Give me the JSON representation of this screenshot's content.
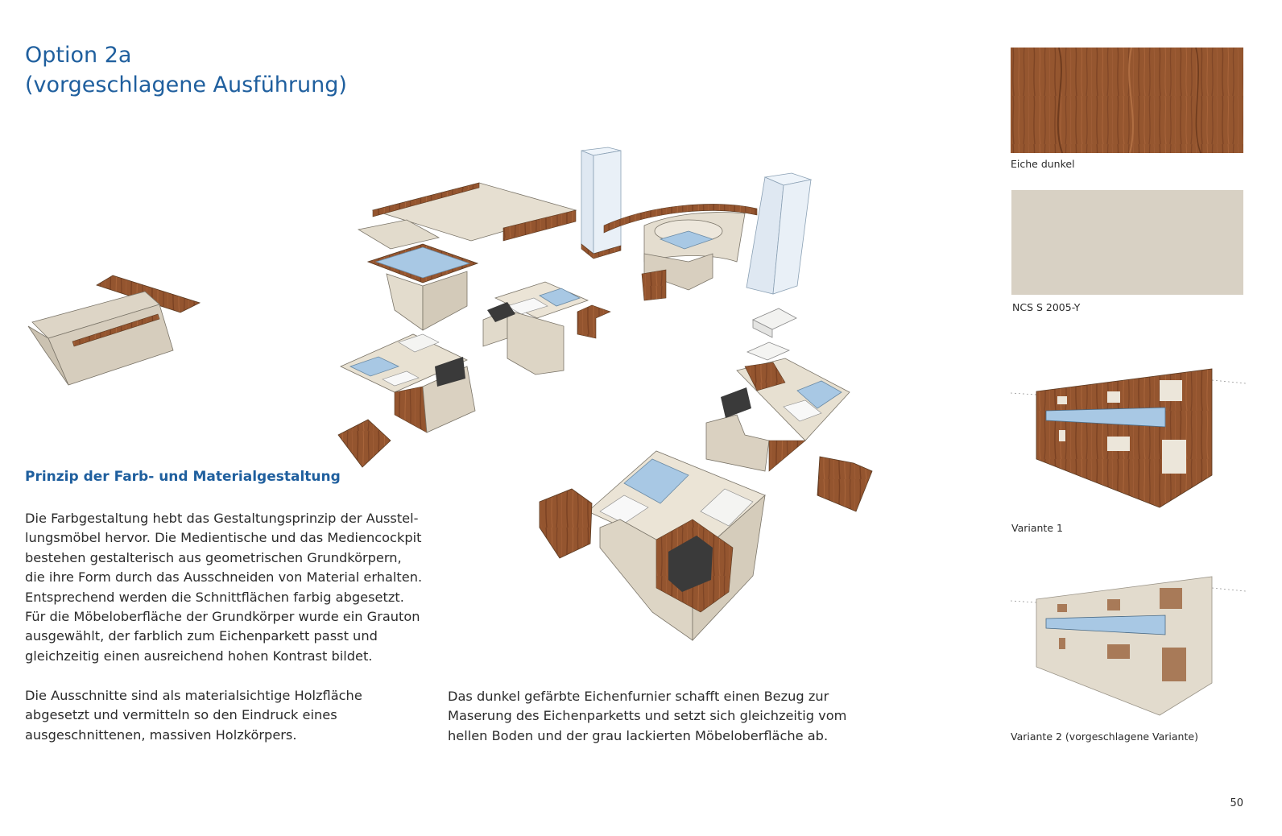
{
  "page": {
    "title_lines": [
      "Option 2a",
      "(vorgeschlagene Ausführung)"
    ],
    "subheading": "Prinzip der Farb- und Materialgestaltung",
    "paragraph1_lines": [
      "Die Farbgestaltung hebt das Gestaltungsprinzip der Ausstel-",
      "lungsmöbel hervor. Die Medientische und das Mediencockpit",
      "bestehen gestalterisch aus geometrischen Grundkörpern,",
      "die ihre Form durch das Ausschneiden von Material erhalten.",
      "Entsprechend werden die Schnittflächen farbig abgesetzt.",
      "Für die Möbeloberfläche der Grundkörper wurde ein Grauton",
      "ausgewählt, der farblich zum Eichenparkett passt und",
      "gleichzeitig einen ausreichend hohen Kontrast bildet."
    ],
    "paragraph2_lines": [
      "Die Ausschnitte sind als materialsichtige Holzfläche",
      "abgesetzt und vermitteln so den Eindruck eines",
      "ausgeschnittenen, massiven Holzkörpers."
    ],
    "paragraph3_lines": [
      "Das dunkel gefärbte Eichenfurnier schafft einen Bezug zur",
      "Maserung des Eichenparketts und setzt sich gleichzeitig vom",
      "hellen Boden und der grau lackierten Möbeloberfläche ab."
    ],
    "page_number": "50"
  },
  "swatches": {
    "wood_caption": "Eiche dunkel",
    "ncs_caption": "NCS S 2005-Y",
    "variant1_caption": "Variante 1",
    "variant2_caption": "Variante 2 (vorgeschlagene Variante)"
  },
  "colors": {
    "heading_blue": "#1f5f9e",
    "oak_dark": "#8a4e2b",
    "ncs_grey": "#d8d1c4",
    "screen_blue": "#a8c8e4"
  }
}
